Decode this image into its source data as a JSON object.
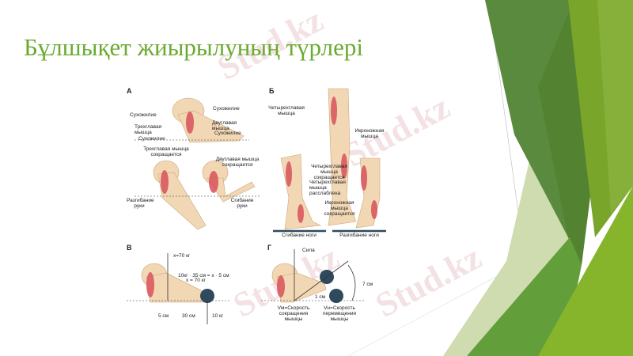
{
  "slide": {
    "title": "Бұлшықет жиырылуның түрлері",
    "watermark": "Stud.kz",
    "colors": {
      "title": "#6aaa2f",
      "dark_green": "#55862f",
      "olive": "#78a22a",
      "bright_green": "#86b42a",
      "muscle": "#d9525a"
    }
  },
  "figure": {
    "panel_a": {
      "letter": "А",
      "labels": [
        "Сухожилие",
        "Сухожилие",
        "Трехглавая мышца",
        "Двуглавая мышца",
        "Сухожилие",
        "Сухожилие",
        "Трехглавая мышца сокращается",
        "Двуглавая мышца сокращается",
        "Разгибание руки",
        "Сгибание руки"
      ]
    },
    "panel_b": {
      "letter": "Б",
      "labels": [
        "Четырехглавая мышца",
        "Икроножная мышца",
        "Четырехглавая мышца сокращается",
        "Четырехглавая мышца расслаблена",
        "Икроножная мышца сокращается",
        "Сгибание ноги",
        "Разгибание ноги"
      ]
    },
    "panel_c": {
      "letter": "В",
      "labels": [
        "x=70 кг",
        "10кг · 35 см = x · 5 см",
        "x = 70 кг",
        "5 см",
        "30 см",
        "10 кг"
      ]
    },
    "panel_d": {
      "letter": "Г",
      "labels": [
        "Сила",
        "7 см",
        "1 см",
        "Vм=Скорость сокращения мышцы",
        "Vн=Скорость перемещения мышцы"
      ]
    }
  }
}
